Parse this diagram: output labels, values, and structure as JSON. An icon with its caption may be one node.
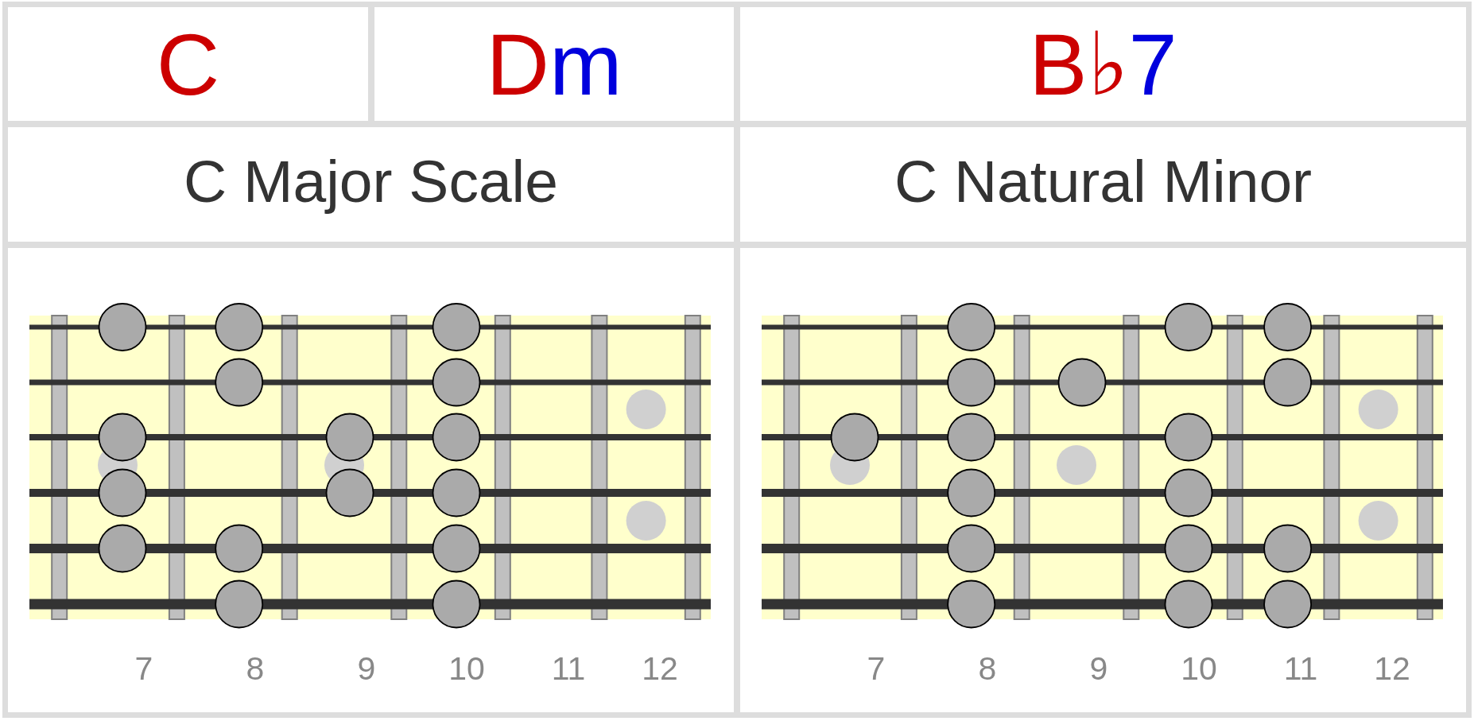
{
  "diagram": {
    "labels": [
      "C",
      "Dm",
      "B♭7",
      "C Major Scale",
      "C Natural Minor",
      "7",
      "8",
      "9",
      "10",
      "11",
      "12",
      "7",
      "8",
      "9",
      "10",
      "11",
      "12"
    ]
  }
}
